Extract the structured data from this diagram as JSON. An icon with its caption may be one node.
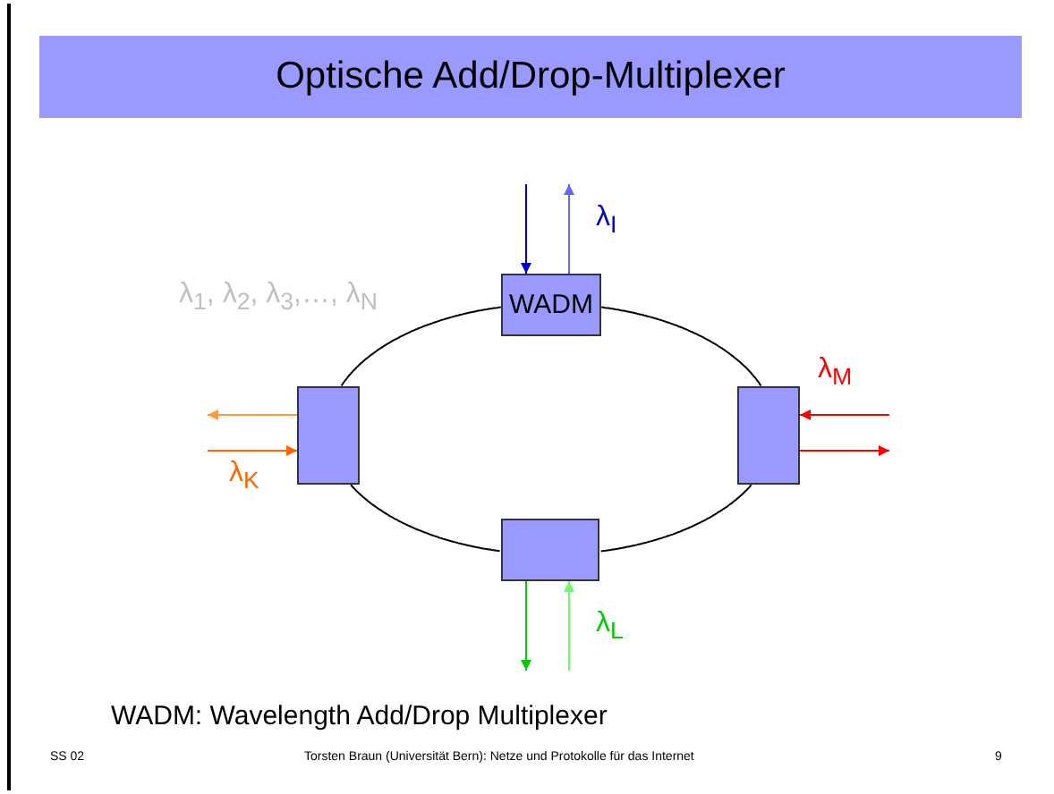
{
  "diagram": {
    "title": "Optische Add/Drop-Multiplexer",
    "nodes": [
      {
        "text": [
          "WADM"
        ],
        "beside": [
          "λ$_{I}$"
        ]
      },
      {
        "text": [],
        "shape": "box",
        "beside": [
          "λ$_{K}$"
        ]
      },
      {
        "text": [],
        "shape": "box",
        "beside": [
          "λ$_{M}$"
        ]
      },
      {
        "text": [],
        "shape": "box",
        "beside": [
          "λ$_{L}$"
        ]
      }
    ],
    "edges": [
      {
        "from": 0,
        "to": 1,
        "arrow": "none"
      },
      {
        "from": 0,
        "to": 2,
        "arrow": "none"
      },
      {
        "from": 1,
        "to": 3,
        "arrow": "none"
      },
      {
        "from": 2,
        "to": 3,
        "arrow": "none"
      },
      {
        "from": null,
        "to": 0,
        "arrow": "to",
        "color": "#0000cc"
      },
      {
        "from": 0,
        "to": null,
        "arrow": "to",
        "color": "#6666ff"
      },
      {
        "from": 1,
        "to": null,
        "arrow": "to",
        "color": "#ff9933"
      },
      {
        "from": null,
        "to": 1,
        "arrow": "to",
        "color": "#ff6600"
      },
      {
        "from": null,
        "to": 2,
        "arrow": "to",
        "color": "#ff0000"
      },
      {
        "from": 2,
        "to": null,
        "arrow": "to",
        "color": "#ff0000"
      },
      {
        "from": 3,
        "to": null,
        "arrow": "to",
        "color": "#00cc00"
      },
      {
        "from": null,
        "to": 3,
        "arrow": "to",
        "color": "#66ff66"
      }
    ],
    "labels": [
      "λ$_{1}$, λ$_{2}$, λ$_{3}$,…, λ$_{N}$",
      "WADM: Wavelength Add/Drop Multiplexer",
      "SS 02",
      "Torsten Braun (Universität Bern): Netze und Protokolle für das Internet",
      "9"
    ]
  }
}
